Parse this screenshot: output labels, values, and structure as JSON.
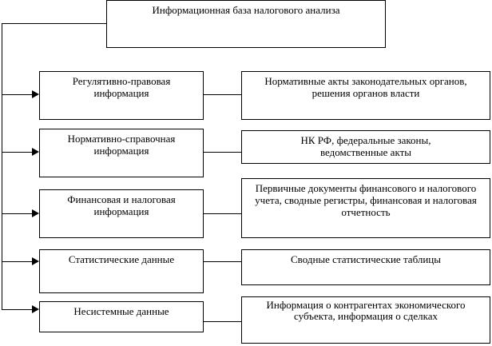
{
  "root": "Информационная база налогового анализа",
  "rows": [
    {
      "category": "Регулятивно-правовая информация",
      "detail": "Нормативные акты законодательных органов, решения органов власти"
    },
    {
      "category": "Нормативно-справочная информация",
      "detail": "НК РФ, федеральные законы, ведомственные акты"
    },
    {
      "category": "Финансовая и налоговая информация",
      "detail": "Первичные документы финансового и налогового учета, сводные регистры, финансовая и налоговая отчетность"
    },
    {
      "category": "Статистические данные",
      "detail": "Сводные статистические таблицы"
    },
    {
      "category": "Несистемные данные",
      "detail": "Информация о контрагентах экономического субъекта, информация о сделках"
    }
  ]
}
